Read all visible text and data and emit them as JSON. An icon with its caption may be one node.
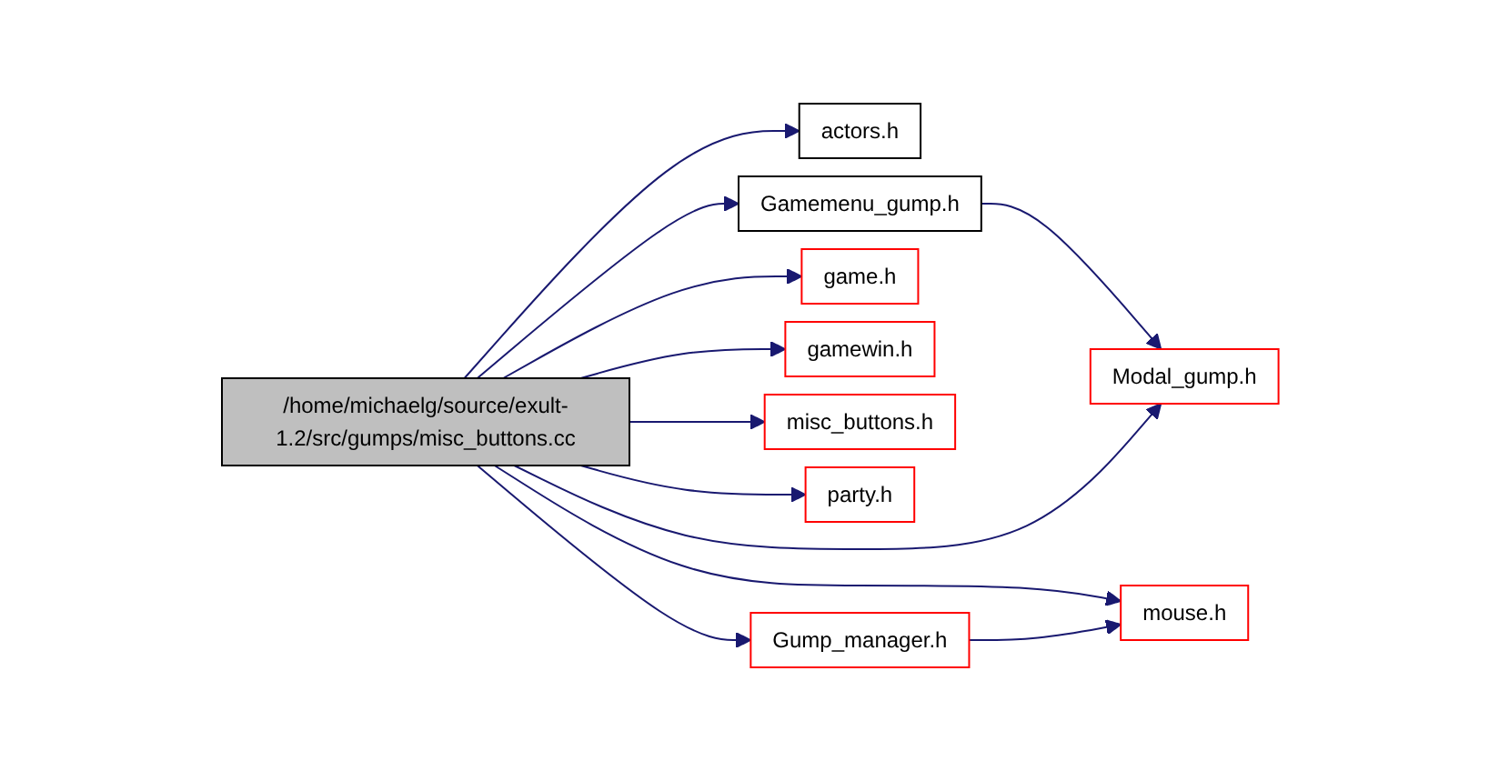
{
  "diagram": {
    "nodes": [
      {
        "text": [
          "/home/michaelg/source/exult-1.2/src/gumps/misc_buttons.cc"
        ]
      },
      {
        "text": [
          "actors.h"
        ]
      },
      {
        "text": [
          "Gamemenu_gump.h"
        ]
      },
      {
        "text": [
          "Modal_gump.h"
        ]
      },
      {
        "text": [
          "game.h"
        ]
      },
      {
        "text": [
          "gamewin.h"
        ]
      },
      {
        "text": [
          "misc_buttons.h"
        ]
      },
      {
        "text": [
          "mouse.h"
        ]
      },
      {
        "text": [
          "party.h"
        ]
      },
      {
        "text": [
          "Gump_manager.h"
        ]
      }
    ],
    "edges": [
      {
        "from": 0,
        "to": 1,
        "arrow": "to"
      },
      {
        "from": 0,
        "to": 2,
        "arrow": "to"
      },
      {
        "from": 2,
        "to": 3,
        "arrow": "to"
      },
      {
        "from": 0,
        "to": 3,
        "arrow": "to"
      },
      {
        "from": 0,
        "to": 4,
        "arrow": "to"
      },
      {
        "from": 0,
        "to": 5,
        "arrow": "to"
      },
      {
        "from": 0,
        "to": 6,
        "arrow": "to"
      },
      {
        "from": 0,
        "to": 7,
        "arrow": "to"
      },
      {
        "from": 0,
        "to": 8,
        "arrow": "to"
      },
      {
        "from": 0,
        "to": 9,
        "arrow": "to"
      },
      {
        "from": 9,
        "to": 7,
        "arrow": "to"
      }
    ]
  }
}
